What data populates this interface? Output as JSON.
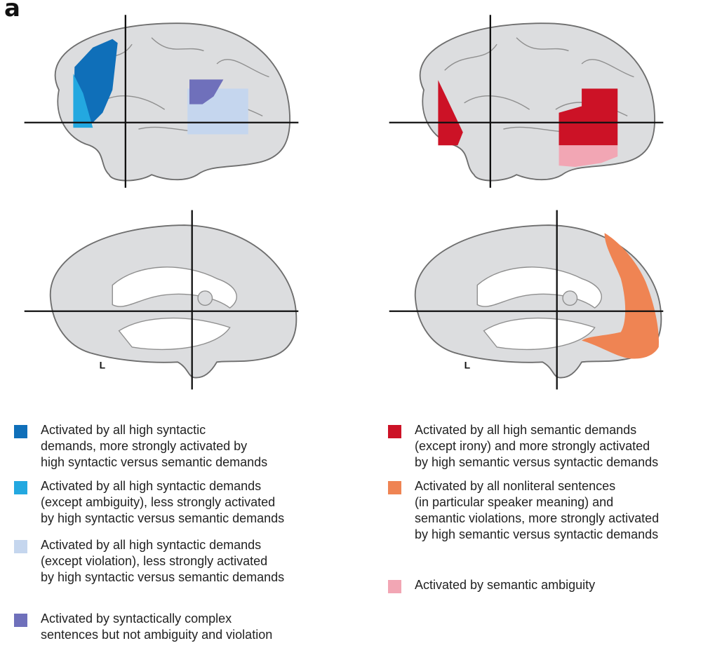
{
  "panel_label": "a",
  "hemisphere_label": "L",
  "colors": {
    "brain_fill": "#dcdddf",
    "brain_outline": "#6e6e6e",
    "medial_white": "#ffffff",
    "crosshair": "#111111",
    "syntax_dark_blue": "#0f6fb9",
    "syntax_light_blue": "#23a8e0",
    "syntax_pale_blue": "#c5d6ee",
    "syntax_violet": "#6f70bb",
    "semantic_red": "#cc1226",
    "nonliteral_orange": "#ef8453",
    "ambiguity_pink": "#f2a6b4"
  },
  "legend": [
    {
      "swatch": "syntax_dark_blue",
      "text": "Activated by all high syntactic\ndemands, more strongly activated by\nhigh syntactic versus semantic demands"
    },
    {
      "swatch": "syntax_light_blue",
      "text": "Activated by all high syntactic demands\n(except ambiguity), less strongly activated\nby high syntactic versus semantic demands"
    },
    {
      "swatch": "syntax_pale_blue",
      "text": "Activated by all high syntactic demands\n(except violation), less strongly activated\nby high syntactic versus semantic demands"
    },
    {
      "swatch": "syntax_violet",
      "text": "Activated by syntactically complex\nsentences but not ambiguity and violation"
    },
    {
      "swatch": "semantic_red",
      "text": "Activated by all high semantic demands\n(except irony) and more strongly activated\nby high semantic versus syntactic demands"
    },
    {
      "swatch": "nonliteral_orange",
      "text": "Activated by all nonliteral sentences\n(in particular speaker meaning) and\nsemantic violations, more strongly activated\nby high semantic versus syntactic demands"
    },
    {
      "swatch": "ambiguity_pink",
      "text": "Activated by semantic ambiguity"
    }
  ]
}
